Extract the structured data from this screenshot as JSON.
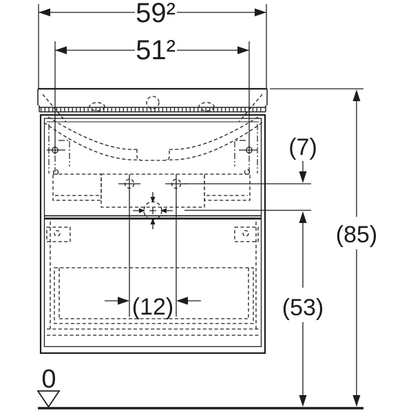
{
  "drawing": {
    "subject": "washbasin-cabinet-front-elevation",
    "colors": {
      "line": "#1d1d1b",
      "background": "#ffffff"
    }
  },
  "labels": {
    "width_overall": "59²",
    "width_fixing_holes": "51²",
    "offset_tap_to_trap": "(7)",
    "height_rim": "(85)",
    "height_trap": "(53)",
    "tap_hole_spacing": "(12)",
    "datum_zero": "0"
  }
}
